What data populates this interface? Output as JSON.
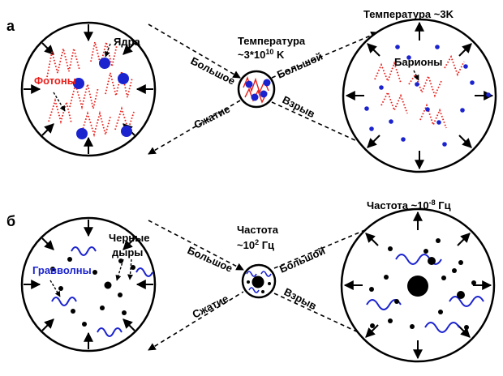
{
  "panel_a": {
    "letter": "а",
    "label_nuclei": "Ядра",
    "label_photons": "Фотоны",
    "center_title_line1": "Температура",
    "center_title_base": "~3*10",
    "center_title_exp": "10",
    "center_title_unit": " K",
    "label_big_left": "Большое",
    "label_big_right": "Большой",
    "label_compression": "Сжатие",
    "label_explosion": "Взрыв",
    "right_title": "Температура ~3K",
    "label_baryons": "Барионы"
  },
  "panel_b": {
    "letter": "б",
    "label_black": "Черные",
    "label_holes": "дыры",
    "label_gw": "Гравволны",
    "center_title_line1": "Частота",
    "center_title_base": "~10",
    "center_title_exp": "2",
    "center_title_unit": " Гц",
    "label_big_left": "Большое",
    "label_big_right": "Большой",
    "label_compression": "Сжатие",
    "label_explosion": "Взрыв",
    "right_title_base": "Частота ~10",
    "right_title_exp": "-8",
    "right_title_unit": " Гц"
  },
  "colors": {
    "photon": "#e8211c",
    "nucleus": "#1b23cf",
    "gravwave": "#1b23cf",
    "ink": "#000000"
  }
}
